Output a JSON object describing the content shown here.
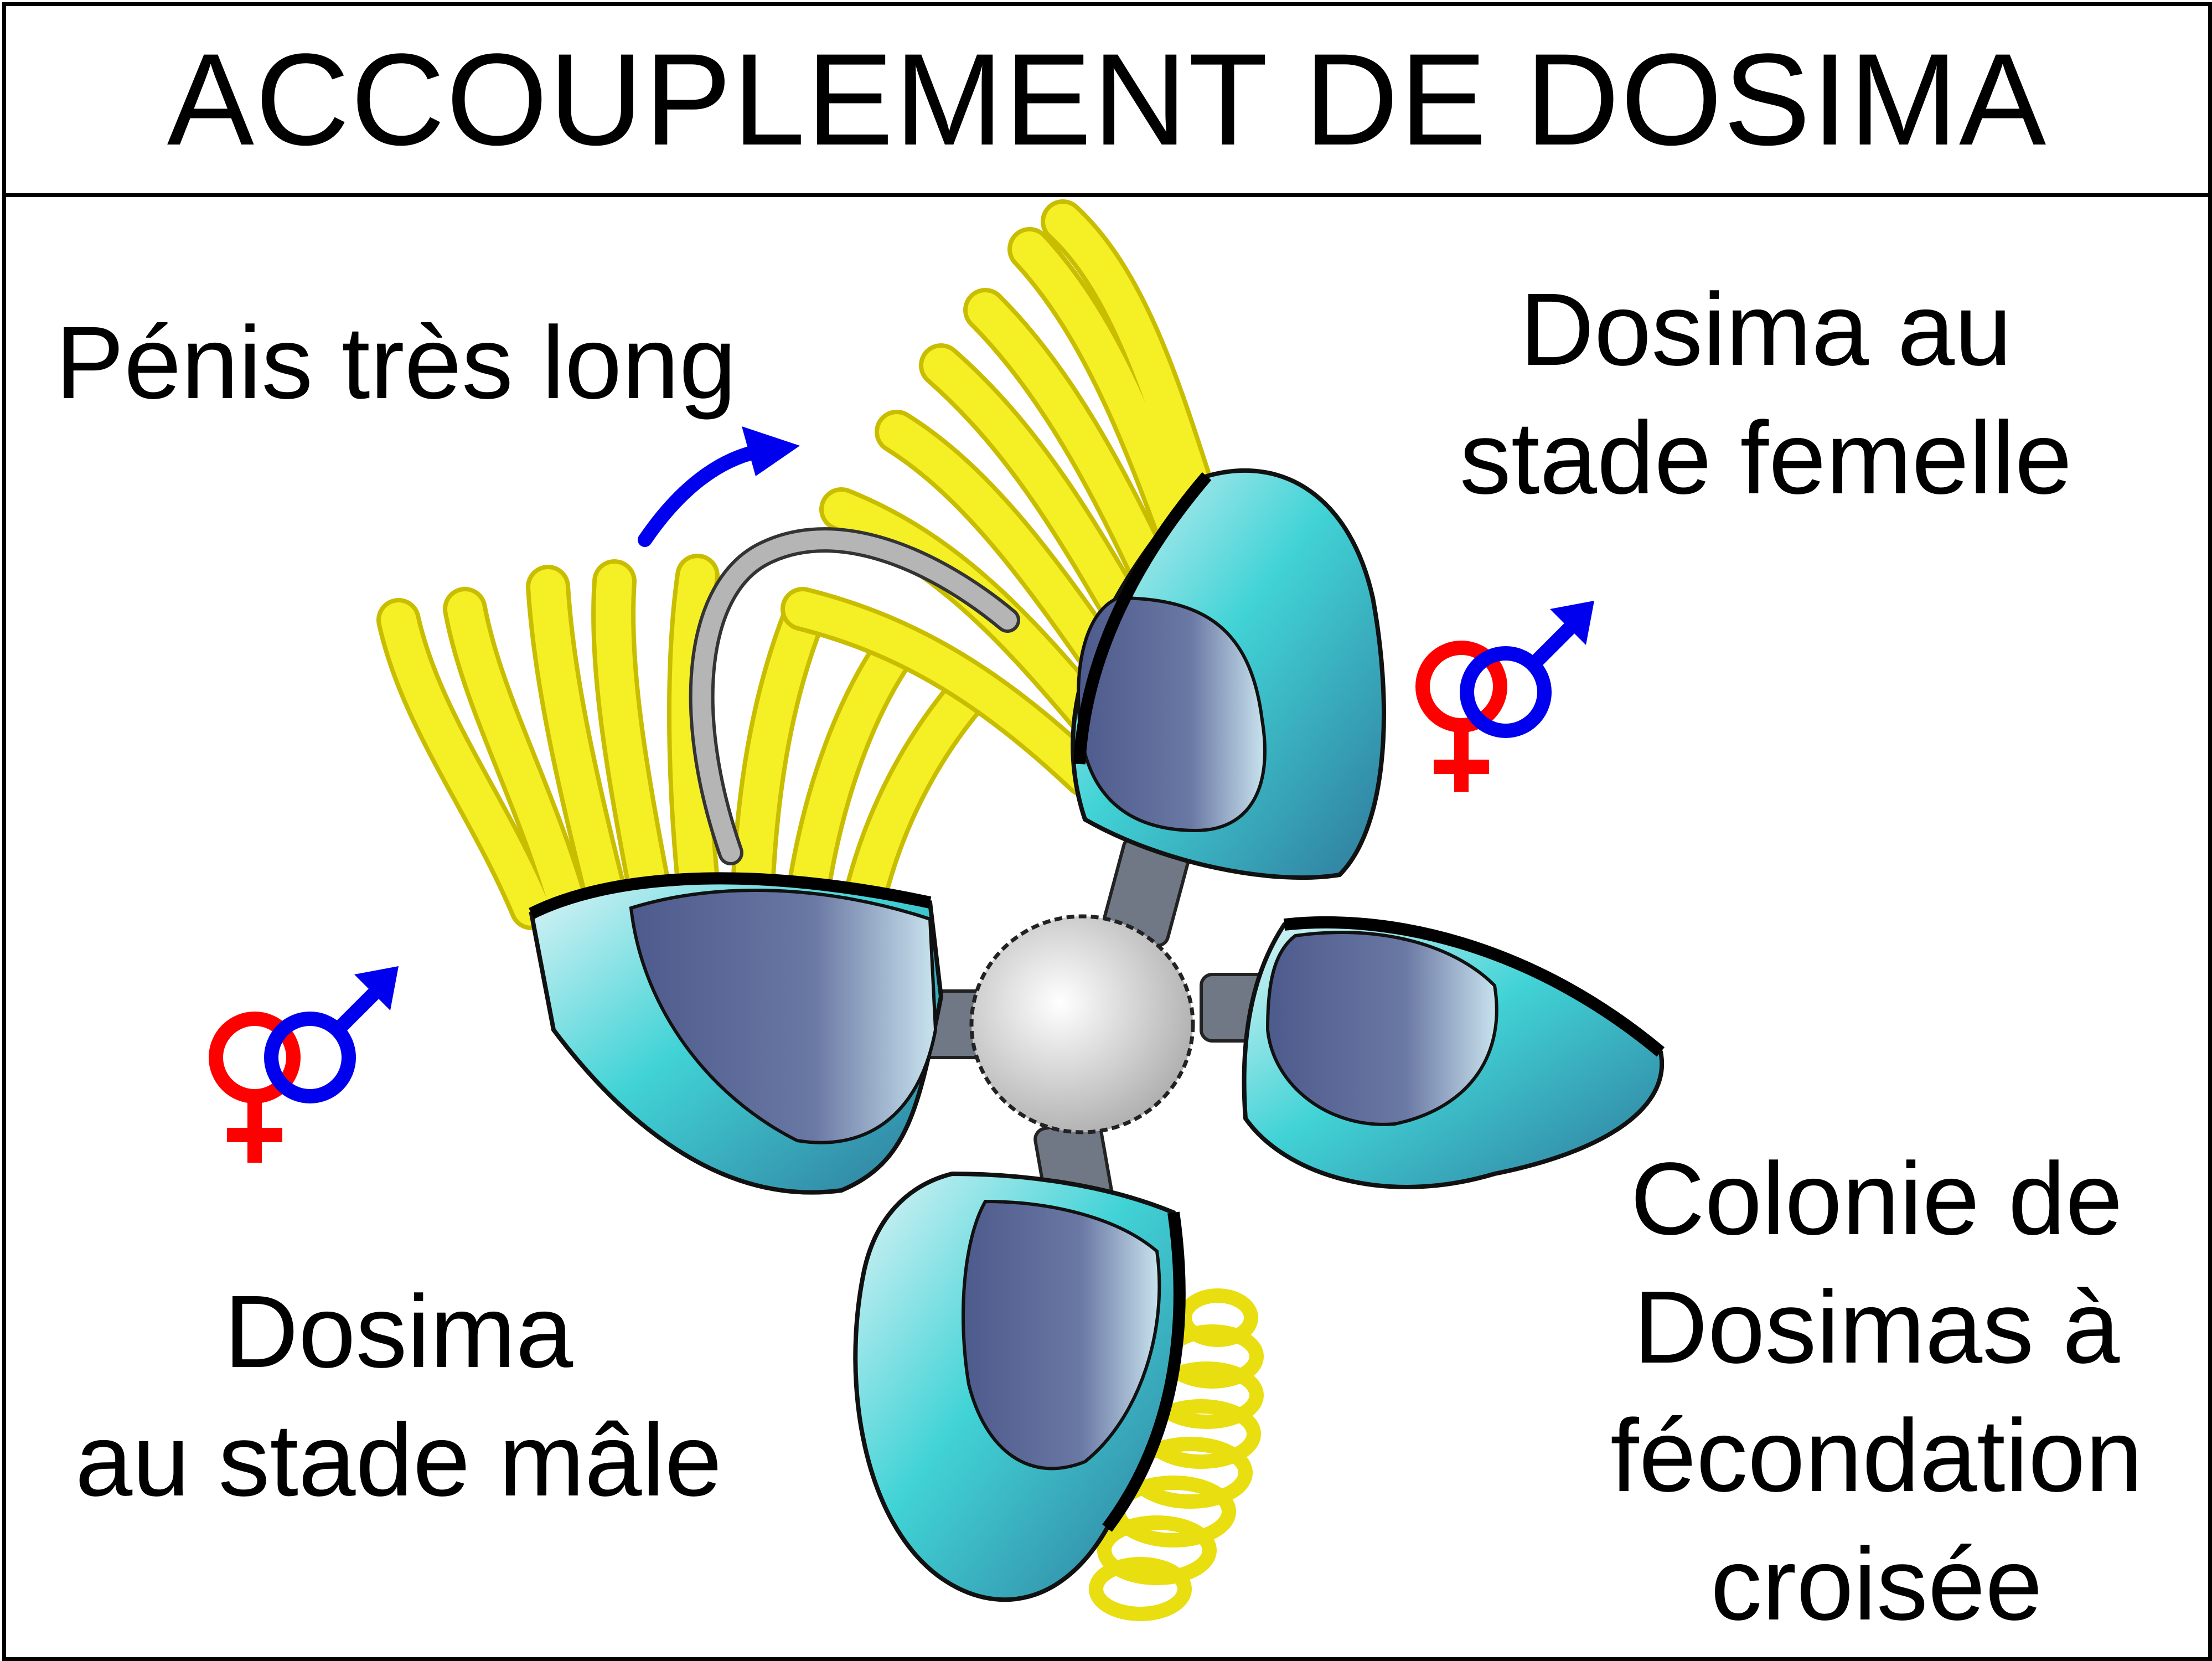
{
  "title": "ACCOUPLEMENT DE DOSIMA",
  "labels": {
    "penis": "Pénis très long",
    "female": [
      "Dosima au",
      "stade femelle"
    ],
    "male": [
      "Dosima",
      "au stade mâle"
    ],
    "colony": [
      "Colonie de",
      "Dosimas à",
      "fécondation",
      "croisée"
    ]
  },
  "icons": [
    "hermaphrodite-symbol",
    "hermaphrodite-symbol",
    "arrow-icon"
  ],
  "colors": {
    "tentacle": "#f2ec1a",
    "shell_outer": "#3ec9cf",
    "shell_inner": "#5f6d9e",
    "stalk": "#6f7884",
    "center": "#d9d9d9",
    "penis": "#b5b5b5",
    "female_symbol": "#ff0000",
    "male_symbol": "#0000ee",
    "arrow": "#0000ee"
  }
}
